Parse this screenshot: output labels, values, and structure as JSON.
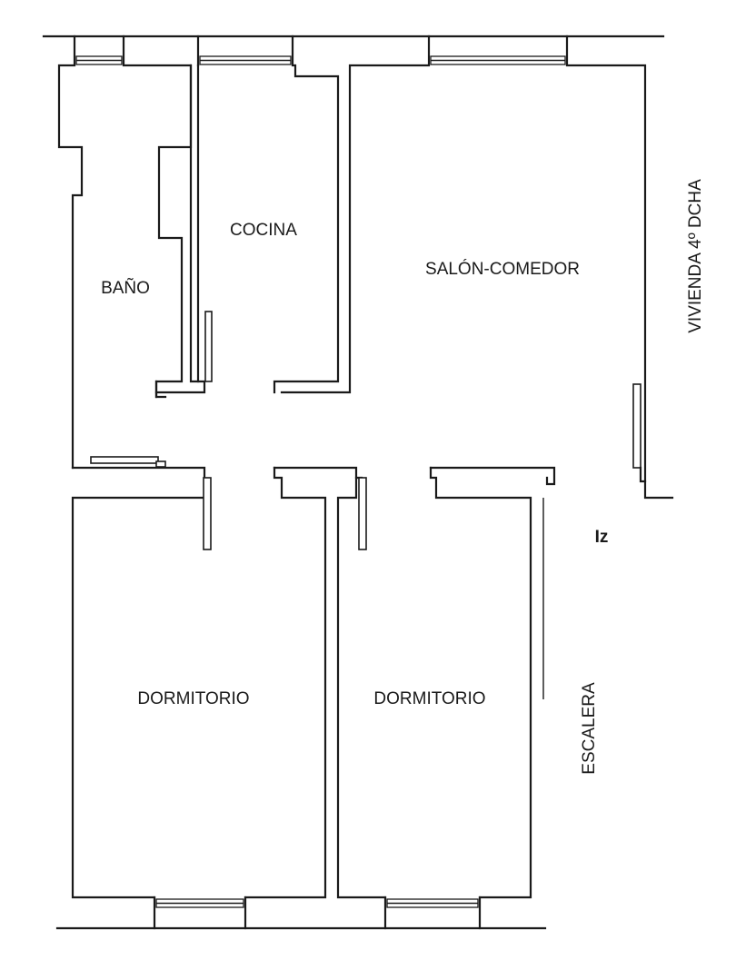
{
  "rooms": {
    "bano": "BAÑO",
    "cocina": "COCINA",
    "salon": "SALÓN-COMEDOR",
    "dormitorio_1": "DORMITORIO",
    "dormitorio_2": "DORMITORIO"
  },
  "labels": {
    "vivienda": "VIVIENDA 4º DCHA",
    "escalera": "ESCALERA",
    "iz": "Iz"
  },
  "colors": {
    "line": "#1a1a1a",
    "background": "#ffffff"
  }
}
